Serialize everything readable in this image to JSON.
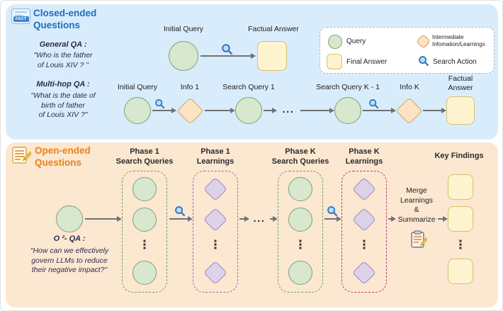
{
  "closed": {
    "badge": "FACT",
    "title": "Closed-ended\nQuestions",
    "general": {
      "heading": "General QA :",
      "question": "\"Who is the father\nof Louis XIV ? \"",
      "initial_query": "Initial Query",
      "factual_answer": "Factual Answer"
    },
    "multihop": {
      "heading": "Multi-hop QA :",
      "question": "\"What is the date of\nbirth of father\nof Louis XIV ?\"",
      "initial_query": "Initial Query",
      "info_1": "Info 1",
      "search_query_1": "Search Query 1",
      "search_query_k1": "Search Query K - 1",
      "info_k": "Info K",
      "factual_answer": "Factual\nAnswer",
      "ellipsis": "..."
    },
    "legend": {
      "query": "Query",
      "intermediate": "Intermediate\nInfomation/Learnings",
      "final_answer": "Final Answer",
      "search_action": "Search Action"
    }
  },
  "open": {
    "title": "Open-ended\nQuestions",
    "qa_heading": "O ²- QA :",
    "question": "\"How can we effectively\ngovern LLMs to reduce\ntheir negative impact?\"",
    "columns": {
      "phase1_queries": "Phase 1\nSearch Queries",
      "phase1_learnings": "Phase 1\nLearnings",
      "phasek_queries": "Phase K\nSearch Queries",
      "phasek_learnings": "Phase K\nLearnings",
      "key_findings": "Key Findings"
    },
    "merge": "Merge\nLearnings\n&\nSummarize",
    "ellipsis": "...",
    "vdots": "⋮"
  },
  "colors": {
    "closed_panel": "#d9ecfb",
    "open_panel": "#fce7d1",
    "query_green": "#d7e8cf",
    "info_orange": "#fbe3c3",
    "learning_purple": "#ddd3e8",
    "answer_yellow": "#fdf3cf",
    "closed_title_blue": "#1a6fbf",
    "open_title_orange": "#e8821b"
  }
}
